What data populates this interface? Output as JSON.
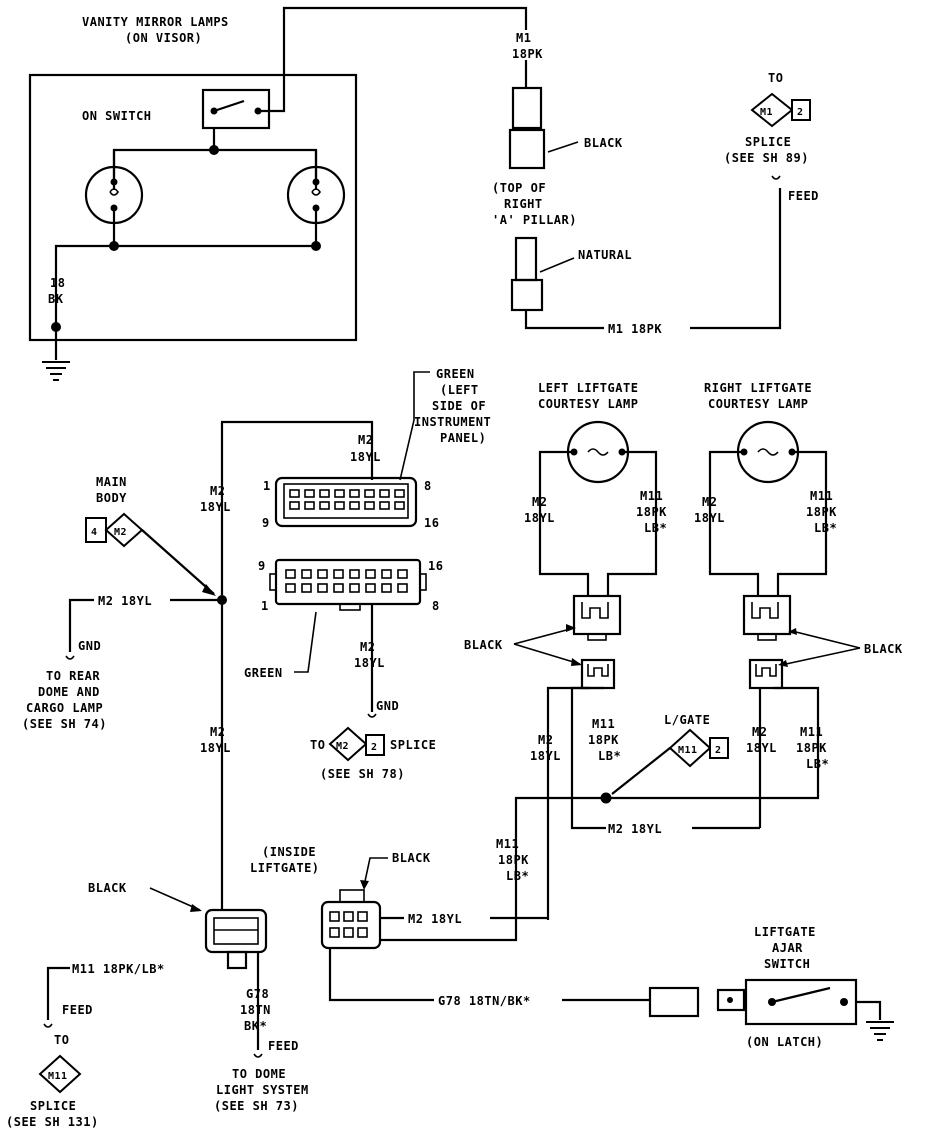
{
  "vanity": {
    "title_1": "VANITY MIRROR LAMPS",
    "title_2": "(ON VISOR)",
    "on_switch": "ON SWITCH",
    "ground_wire_1": "18",
    "ground_wire_2": "BK"
  },
  "pillar": {
    "wire_top_1": "M1",
    "wire_top_2": "18PK",
    "black": "BLACK",
    "loc_1": "(TOP OF",
    "loc_2": "RIGHT",
    "loc_3": "'A' PILLAR)",
    "natural": "NATURAL",
    "wire_bottom": "M1 18PK"
  },
  "splice_top": {
    "to": "TO",
    "id_1": "M1",
    "id_2": "2",
    "label_1": "SPLICE",
    "label_2": "(SEE SH 89)",
    "feed": "FEED"
  },
  "ip_connector": {
    "color_1": "GREEN",
    "color_2": "(LEFT",
    "color_3": "SIDE OF",
    "color_4": "INSTRUMENT",
    "color_5": "PANEL)",
    "wire_1": "M2",
    "wire_2": "18YL",
    "pin_1": "1",
    "pin_8": "8",
    "pin_9": "9",
    "pin_16": "16",
    "mate_pin_9": "9",
    "mate_pin_16": "16",
    "mate_pin_1": "1",
    "mate_pin_8": "8",
    "mate_color": "GREEN",
    "mate_wire_1": "M2",
    "mate_wire_2": "18YL",
    "gnd": "GND"
  },
  "splice_m2": {
    "to": "TO",
    "id_1": "M2",
    "id_2": "2",
    "label": "SPLICE",
    "see": "(SEE SH 78)"
  },
  "main_body": {
    "label_1": "MAIN",
    "label_2": "BODY",
    "id_1": "4",
    "id_2": "M2",
    "wire_down_1": "M2",
    "wire_down_2": "18YL",
    "wire_left": "M2 18YL",
    "gnd": "GND",
    "to_1": "TO REAR",
    "to_2": "DOME AND",
    "to_3": "CARGO LAMP",
    "to_4": "(SEE SH 74)",
    "wire_lower_1": "M2",
    "wire_lower_2": "18YL"
  },
  "left_lamp": {
    "title_1": "LEFT LIFTGATE",
    "title_2": "COURTESY LAMP",
    "wire_l_1": "M2",
    "wire_l_2": "18YL",
    "wire_r_1": "M11",
    "wire_r_2": "18PK",
    "wire_r_3": "LB*",
    "lower_l_1": "M2",
    "lower_l_2": "18YL",
    "lower_r_1": "M11",
    "lower_r_2": "18PK",
    "lower_r_3": "LB*"
  },
  "right_lamp": {
    "title_1": "RIGHT LIFTGATE",
    "title_2": "COURTESY LAMP",
    "wire_l_1": "M2",
    "wire_l_2": "18YL",
    "wire_r_1": "M11",
    "wire_r_2": "18PK",
    "wire_r_3": "LB*",
    "lower_l_1": "M2",
    "lower_l_2": "18YL",
    "lower_r_1": "M11",
    "lower_r_2": "18PK",
    "lower_r_3": "LB*"
  },
  "liftgate": {
    "black_left": "BLACK",
    "black_right": "BLACK",
    "lgate_label": "L/GATE",
    "lgate_id_1": "M11",
    "lgate_id_2": "2",
    "bottom_wire": "M2 18YL",
    "inside_1": "(INSIDE",
    "inside_2": "LIFTGATE)",
    "black_conn": "BLACK",
    "m11_1": "M11",
    "m11_2": "18PK",
    "m11_3": "LB*",
    "m2_wire": "M2 18YL",
    "g78_wire": "G78 18TN/BK*",
    "ajar_1": "LIFTGATE",
    "ajar_2": "AJAR",
    "ajar_3": "SWITCH",
    "on_latch": "(ON LATCH)"
  },
  "lower_left": {
    "black": "BLACK",
    "m11_wire": "M11 18PK/LB*",
    "feed": "FEED",
    "to": "TO",
    "id": "M11",
    "splice": "SPLICE",
    "see": "(SEE SH 131)",
    "g78_1": "G78",
    "g78_2": "18TN",
    "g78_3": "BK*",
    "feed2": "FEED",
    "to_dome_1": "TO DOME",
    "to_dome_2": "LIGHT SYSTEM",
    "to_dome_3": "(SEE SH 73)"
  }
}
